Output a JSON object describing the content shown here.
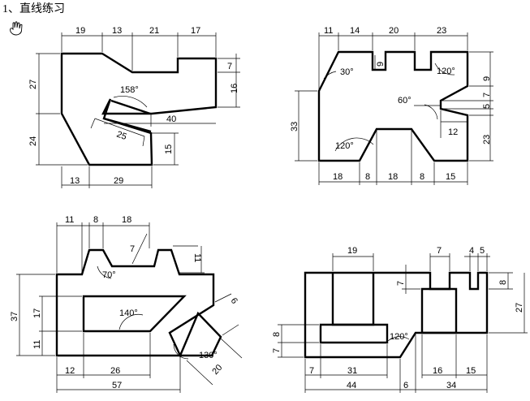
{
  "heading": {
    "title": "1、直线练习"
  },
  "icons": {
    "cursor": "hand-cursor-icon"
  },
  "drawings": [
    {
      "name": "drawing-1",
      "labels": [
        "19",
        "13",
        "21",
        "17",
        "7",
        "16",
        "27",
        "24",
        "158°",
        "25",
        "40",
        "15",
        "13",
        "29"
      ]
    },
    {
      "name": "drawing-2",
      "labels": [
        "11",
        "14",
        "20",
        "23",
        "30°",
        "9",
        "120°",
        "9",
        "7",
        "5",
        "60°",
        "12",
        "23",
        "33",
        "120°",
        "18",
        "8",
        "18",
        "8",
        "15"
      ]
    },
    {
      "name": "drawing-3",
      "labels": [
        "11",
        "8",
        "18",
        "7",
        "11",
        "70°",
        "37",
        "17",
        "11",
        "140°",
        "6",
        "130°",
        "20",
        "12",
        "26",
        "57"
      ]
    },
    {
      "name": "drawing-4",
      "labels": [
        "19",
        "7",
        "4",
        "5",
        "7",
        "8",
        "27",
        "8",
        "7",
        "120°",
        "7",
        "31",
        "16",
        "15",
        "44",
        "6",
        "34"
      ]
    }
  ]
}
